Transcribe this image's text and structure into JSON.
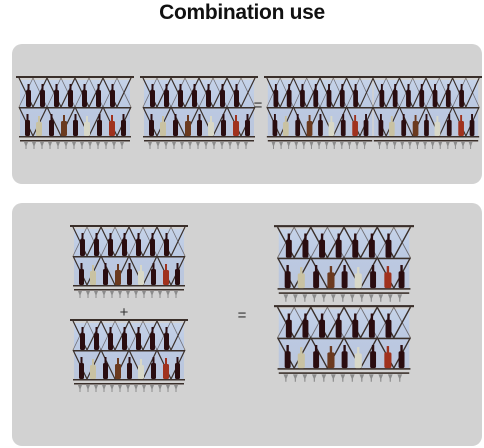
{
  "heading": "Combination use",
  "operators": {
    "equals_top": "=",
    "plus": "+",
    "equals_bottom": "="
  },
  "colors": {
    "panel": "#d2d2d2",
    "frame": "#3a2f2a",
    "glow": "#9cc4ff",
    "bottle": "#2a0d10"
  },
  "racks": {
    "single_units": 2,
    "combined_wide": "2 units side by side",
    "combined_tall": "2 units stacked"
  }
}
